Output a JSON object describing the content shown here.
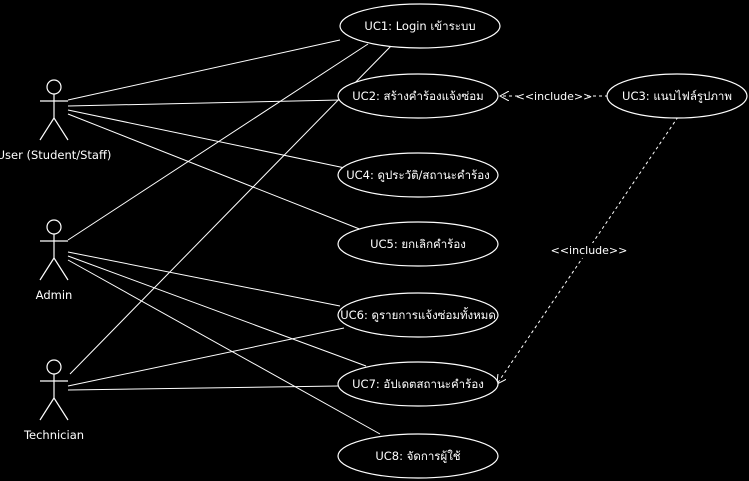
{
  "colors": {
    "background": "#000000",
    "foreground": "#ffffff"
  },
  "actors": {
    "user": "User (Student/Staff)",
    "admin": "Admin",
    "technician": "Technician"
  },
  "use_cases": {
    "uc1": "UC1: Login เข้าระบบ",
    "uc2": "UC2: สร้างคำร้องแจ้งซ่อม",
    "uc3": "UC3: แนบไฟล์รูปภาพ",
    "uc4": "UC4: ดูประวัติ/สถานะคำร้อง",
    "uc5": "UC5: ยกเลิกคำร้อง",
    "uc6": "UC6: ดูรายการแจ้งซ่อมทั้งหมด",
    "uc7": "UC7: อัปเดตสถานะคำร้อง",
    "uc8": "UC8: จัดการผู้ใช้"
  },
  "relations": {
    "include_uc2_uc3": "<<include>>",
    "include_uc7_uc3": "<<include>>"
  }
}
